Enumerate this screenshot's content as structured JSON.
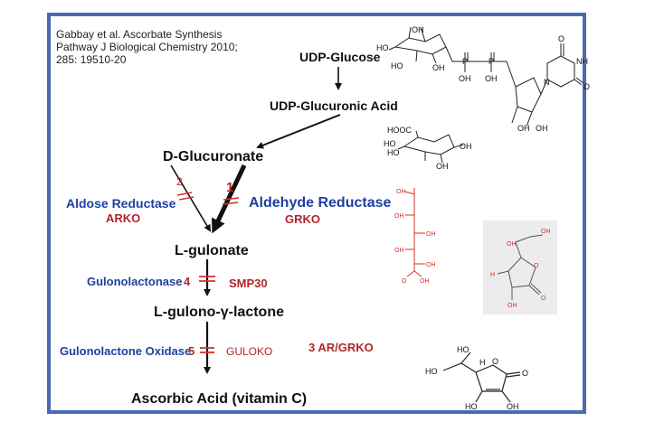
{
  "citation": [
    "Gabbay et al. Ascorbate Synthesis",
    "Pathway J Biological Chemistry 2010;",
    "285: 19510-20"
  ],
  "compounds": {
    "udp_glucose": "UDP-Glucose",
    "udp_glucuronic_acid": "UDP-Glucuronic Acid",
    "d_glucuronate": "D-Glucuronate",
    "l_gulonate": "L-gulonate",
    "l_gulono_lactone": "L-gulono-γ-lactone",
    "ascorbic_acid": "Ascorbic Acid (vitamin C)"
  },
  "enzymes": {
    "aldose_reductase": "Aldose Reductase",
    "aldehyde_reductase": "Aldehyde Reductase",
    "gulonolactonase": "Gulonolactonase",
    "gulonolactone_oxidase": "Gulonolactone Oxidase"
  },
  "knockouts": {
    "arko": "ARKO",
    "grko": "GRKO",
    "smp30": "SMP30",
    "guloko": "GULOKO",
    "ar_grko": "3  AR/GRKO"
  },
  "step_numbers": {
    "one": "1",
    "two": "2",
    "four": "4",
    "five": "5"
  },
  "structure_atoms": {
    "ho": "HO",
    "oh": "OH",
    "o": "O",
    "p": "P",
    "n": "N",
    "nh": "NH",
    "h": "H",
    "hooc": "HOOC"
  },
  "colors": {
    "frame": "#4a6ab3",
    "enzyme_blue": "#1f3fa0",
    "knockout_red": "#b3242a",
    "text": "#111111",
    "structure_red": "#d9302a"
  }
}
